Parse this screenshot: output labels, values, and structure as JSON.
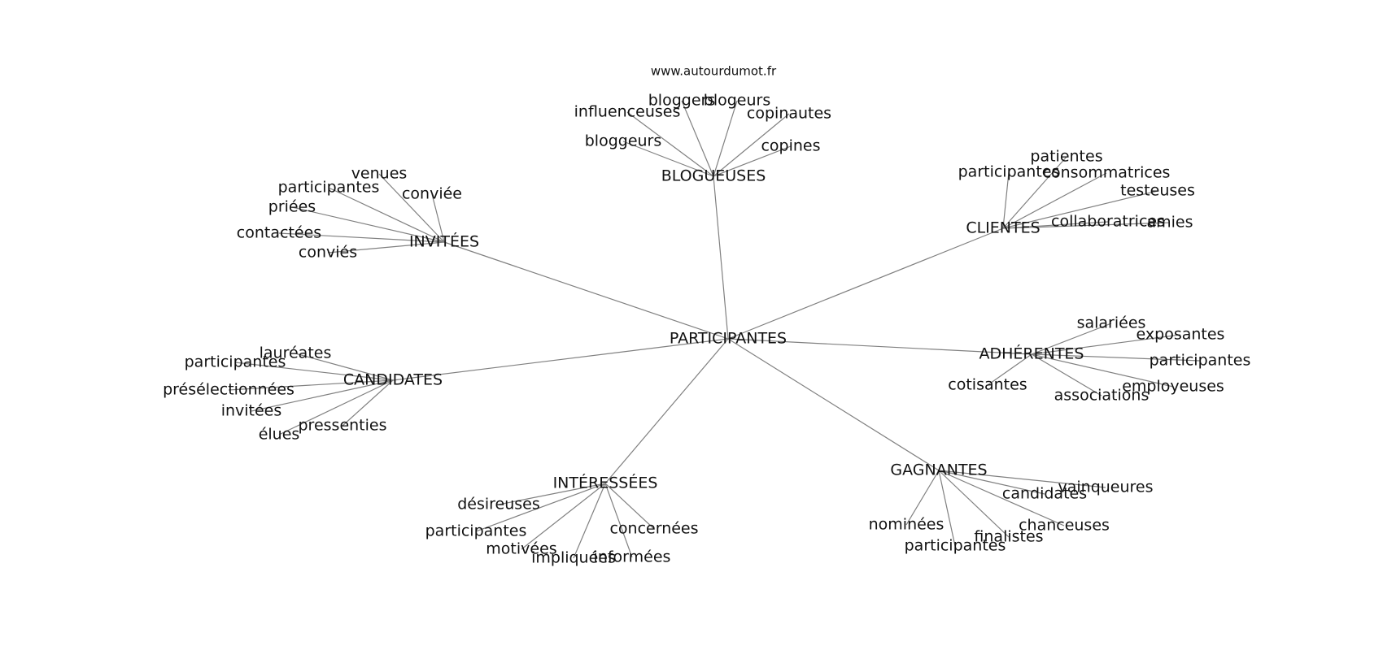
{
  "credit": "www.autourdumot.fr",
  "center": "PARTICIPANTES",
  "groups": [
    {
      "label": "BLOGUEUSES",
      "words": [
        "bloggers",
        "blogeurs",
        "influenceuses",
        "copinautes",
        "bloggeurs",
        "copines"
      ]
    },
    {
      "label": "INVITÉES",
      "words": [
        "venues",
        "participantes",
        "conviée",
        "priées",
        "contactées",
        "conviés"
      ]
    },
    {
      "label": "CLIENTES",
      "words": [
        "patientes",
        "participantes",
        "consommatrices",
        "testeuses",
        "collaboratrices",
        "amies"
      ]
    },
    {
      "label": "CANDIDATES",
      "words": [
        "lauréates",
        "participantes",
        "présélectionnées",
        "invitées",
        "pressenties",
        "élues"
      ]
    },
    {
      "label": "ADHÉRENTES",
      "words": [
        "salariées",
        "exposantes",
        "participantes",
        "cotisantes",
        "employeuses",
        "associations"
      ]
    },
    {
      "label": "GAGNANTES",
      "words": [
        "vainqueures",
        "candidates",
        "chanceuses",
        "nominées",
        "finalistes",
        "participantes"
      ]
    },
    {
      "label": "INTÉRESSÉES",
      "words": [
        "désireuses",
        "participantes",
        "concernées",
        "motivées",
        "impliquées",
        "informées"
      ]
    }
  ]
}
